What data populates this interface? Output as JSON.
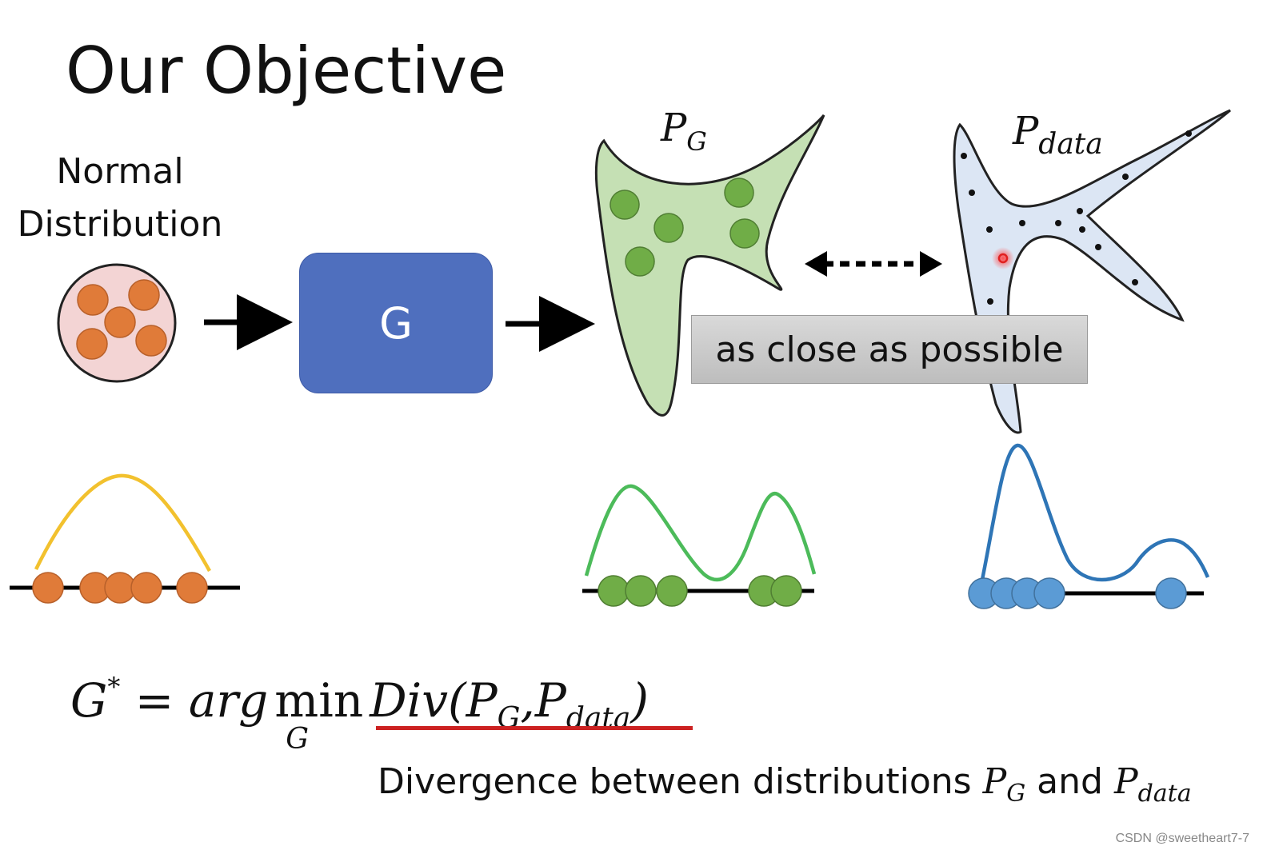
{
  "title": "Our Objective",
  "normal_distribution": {
    "line1": "Normal",
    "line2": "Distribution"
  },
  "generator_label": "G",
  "pg": {
    "p": "P",
    "sub": "G"
  },
  "pdata": {
    "p": "P",
    "sub": "data"
  },
  "comparison_label": "as close as possible",
  "formula": {
    "lhs": "G",
    "star": "*",
    "eq": "=",
    "argmin": "arg",
    "min": "min",
    "min_sub": "G",
    "div": "Div(",
    "p1": "P",
    "p1_sub": "G",
    "comma": ",",
    "p2": "P",
    "p2_sub": "data",
    "close": ")"
  },
  "caption": {
    "text": "Divergence between distributions",
    "p1": "P",
    "p1_sub": "G",
    "and": "and",
    "p2": "P",
    "p2_sub": "data"
  },
  "watermark": "CSDN @sweetheart7-7",
  "colors": {
    "orange": "#e07b39",
    "pink": "#f3d4d4",
    "blue_box": "#4f6fbe",
    "green_fill": "#c5e0b4",
    "green_dot": "#70ad47",
    "blue_fill": "#dce6f4",
    "blue_curve": "#2e75b6",
    "blue_dot": "#5b9bd5",
    "yellow_curve": "#f2c12e",
    "green_curve": "#4cbb5a",
    "red_underline": "#cc2222"
  }
}
